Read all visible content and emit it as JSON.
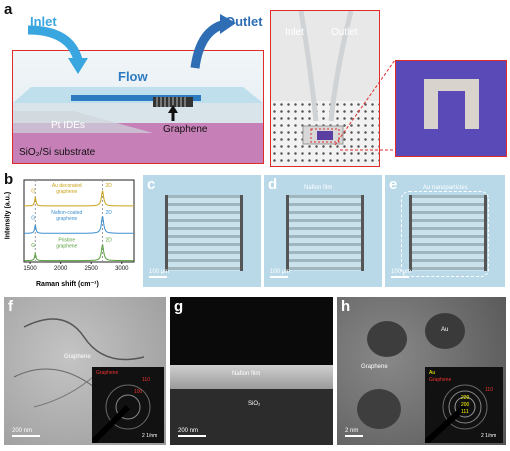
{
  "panels": {
    "a": "a",
    "b": "b",
    "c": "c",
    "d": "d",
    "e": "e",
    "f": "f",
    "g": "g",
    "h": "h"
  },
  "panel_a": {
    "inlet": "Inlet",
    "outlet": "Outlet",
    "flow": "Flow",
    "pt_ides": "Pt IDEs",
    "graphene": "Graphene",
    "substrate": "SiO₂/Si substrate",
    "photo_inlet": "Inlet",
    "photo_outlet": "Outlet",
    "colors": {
      "inlet_arrow": "#3aa6e0",
      "outlet_arrow": "#2f6db5",
      "substrate": "#c77fb8",
      "electrode": "#5b3fa0",
      "border": "#e02b2b"
    }
  },
  "panel_b": {
    "ylabel": "Intensity (a.u.)",
    "xlabel": "Raman shift (cm⁻¹)",
    "xticks": [
      "1500",
      "2000",
      "2500",
      "3000"
    ],
    "g_label": "G",
    "twod_label": "2D",
    "series_labels": [
      "Au decorated graphene",
      "Nafion-coated graphene",
      "Pristine graphene"
    ]
  },
  "chart_data": {
    "type": "line",
    "title": "",
    "xlabel": "Raman shift (cm⁻¹)",
    "ylabel": "Intensity (a.u.)",
    "xlim": [
      1400,
      3200
    ],
    "xticks": [
      1500,
      2000,
      2500,
      3000
    ],
    "peaks": {
      "G": 1585,
      "2D": 2685
    },
    "series": [
      {
        "name": "Au decorated graphene",
        "color": "#c9a21a",
        "offset": 2.0,
        "g_height": 0.32,
        "d2_height": 0.55
      },
      {
        "name": "Nafion-coated graphene",
        "color": "#3d8fcf",
        "offset": 1.0,
        "g_height": 0.3,
        "d2_height": 0.62
      },
      {
        "name": "Pristine graphene",
        "color": "#5aa03c",
        "offset": 0.0,
        "g_height": 0.25,
        "d2_height": 0.58
      }
    ]
  },
  "panel_c": {
    "scalebar": "100 μm"
  },
  "panel_d": {
    "label": "Nafion film",
    "scalebar": "100 μm"
  },
  "panel_e": {
    "label": "Au nanoparticles",
    "scalebar": "100 μm"
  },
  "panel_f": {
    "label": "Graphene",
    "scalebar": "200 nm",
    "inset_title": "Graphene",
    "inset_scalebar": "2 1/nm",
    "rings": [
      "110",
      "100"
    ]
  },
  "panel_g": {
    "nafion": "Nafion film",
    "sio2": "SiO₂",
    "scalebar": "200 nm"
  },
  "panel_h": {
    "label_graphene": "Graphene",
    "label_au": "Au",
    "scalebar": "2 nm",
    "inset_au": "Au",
    "inset_graphene": "Graphene",
    "inset_rings": [
      "220",
      "200",
      "111",
      "110"
    ],
    "inset_scalebar": "2 1/nm"
  }
}
